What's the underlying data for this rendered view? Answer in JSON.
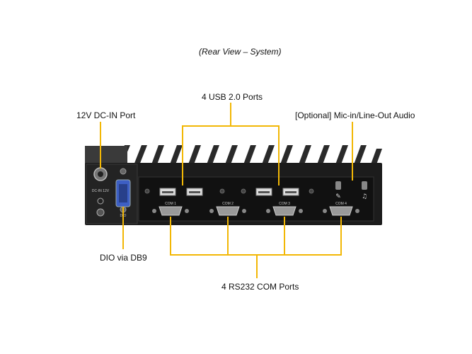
{
  "caption": "(Rear View – System)",
  "labels": {
    "usb": "4 USB 2.0 Ports",
    "dc_in": "12V DC-IN Port",
    "audio": "[Optional] Mic-in/Line-Out Audio",
    "dio": "DIO via DB9",
    "com": "4 RS232 COM Ports"
  },
  "device_text": {
    "dc_in_label": "DC-IN 12V",
    "dio_label": "DIO",
    "com_ports": [
      "COM 1",
      "COM 2",
      "COM 3",
      "COM 4"
    ]
  },
  "colors": {
    "callout_line": "#f2b705",
    "chassis": "#1c1c1c",
    "fin": "#2a2a2a",
    "vga_blue": "#3d5fc4"
  }
}
